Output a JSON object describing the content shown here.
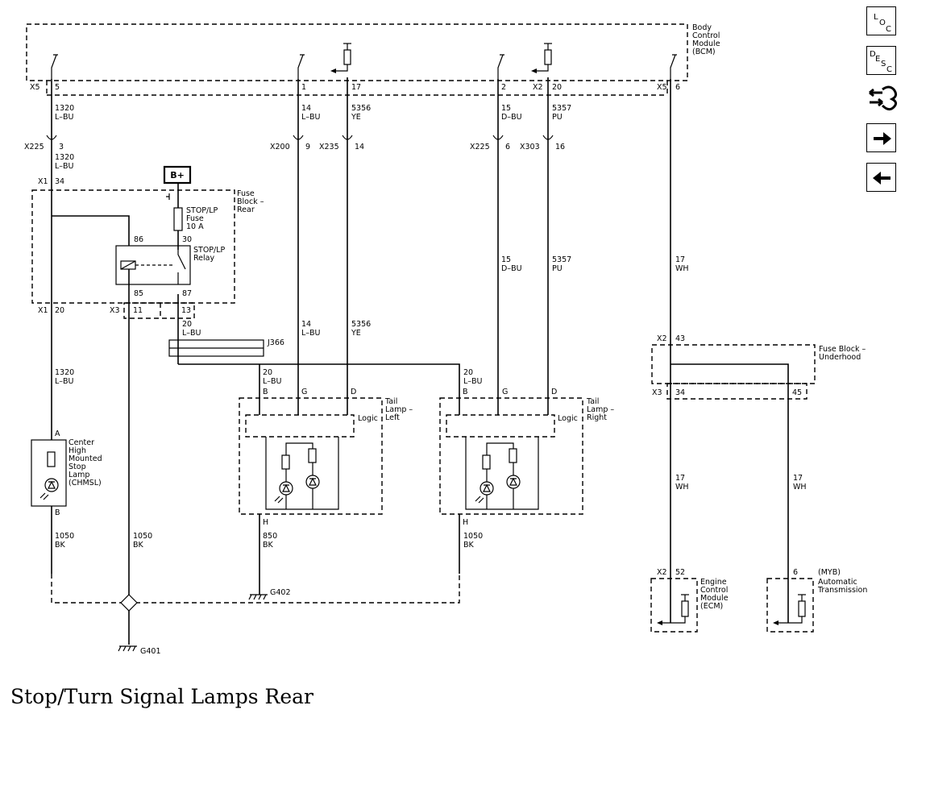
{
  "caption": "Stop/Turn Signal Lamps Rear",
  "nav_icons": [
    {
      "name": "location-icon",
      "letters": [
        "L",
        "O",
        "C"
      ]
    },
    {
      "name": "description-icon",
      "letters": [
        "D",
        "E",
        "S",
        "C"
      ]
    },
    {
      "name": "connector-icon"
    },
    {
      "name": "arrow-right-icon"
    },
    {
      "name": "arrow-left-icon"
    }
  ],
  "components": {
    "bcm": [
      "Body",
      "Control",
      "Module",
      "(BCM)"
    ],
    "fuse_block_rear": [
      "Fuse",
      "Block –",
      "Rear"
    ],
    "b_plus": "B+",
    "fuse": [
      "STOP/LP",
      "Fuse",
      "10 A"
    ],
    "relay": [
      "STOP/LP",
      "Relay"
    ],
    "chmsl": [
      "Center",
      "High",
      "Mounted",
      "Stop",
      "Lamp",
      "(CHMSL)"
    ],
    "tail_left": [
      "Tail",
      "Lamp –",
      "Left"
    ],
    "tail_right": [
      "Tail",
      "Lamp –",
      "Right"
    ],
    "logic": "Logic",
    "fuse_block_underhood": [
      "Fuse Block –",
      "Underhood"
    ],
    "ecm": [
      "Engine",
      "Control",
      "Module",
      "(ECM)"
    ],
    "myb": [
      "(MYB)",
      "Automatic",
      "Transmission"
    ],
    "splice": "J366",
    "g401": "G401",
    "g402": "G402"
  },
  "connectors": {
    "x5_a": "X5",
    "pin_5": "5",
    "pin_1": "1",
    "pin_17": "17",
    "pin_2": "2",
    "x2_a": "X2",
    "pin_20": "20",
    "x5_b": "X5",
    "pin_6": "6",
    "x225_a": "X225",
    "pin_3": "3",
    "x200": "X200",
    "pin_9": "9",
    "x235": "X235",
    "pin_14": "14",
    "x225_b": "X225",
    "pin_6b": "6",
    "x303": "X303",
    "pin_16": "16",
    "x1_top": "X1",
    "pin_34": "34",
    "pin_86": "86",
    "pin_30": "30",
    "pin_85": "85",
    "pin_87": "87",
    "x1_bot": "X1",
    "pin_20b": "20",
    "x3_a": "X3",
    "pin_11": "11",
    "pin_13": "13",
    "pin_a": "A",
    "pin_b": "B",
    "tll_b": "B",
    "tll_g": "G",
    "tll_d": "D",
    "tll_h": "H",
    "tlr_b": "B",
    "tlr_g": "G",
    "tlr_d": "D",
    "tlr_h": "H",
    "x2_b": "X2",
    "pin_43": "43",
    "x3_b": "X3",
    "pin_34b": "34",
    "pin_45": "45",
    "x2_c": "X2",
    "pin_52": "52",
    "pin_6c": "6"
  },
  "wires": {
    "w1320_a": [
      "1320",
      "L–BU"
    ],
    "w1320_b": [
      "1320",
      "L–BU"
    ],
    "w1320_c": [
      "1320",
      "L–BU"
    ],
    "w14_a": [
      "14",
      "L–BU"
    ],
    "w14_b": [
      "14",
      "L–BU"
    ],
    "w5356_a": [
      "5356",
      "YE"
    ],
    "w5356_b": [
      "5356",
      "YE"
    ],
    "w15_a": [
      "15",
      "D–BU"
    ],
    "w15_b": [
      "15",
      "D–BU"
    ],
    "w5357_a": [
      "5357",
      "PU"
    ],
    "w5357_b": [
      "5357",
      "PU"
    ],
    "w17_a": [
      "17",
      "WH"
    ],
    "w17_b": [
      "17",
      "WH"
    ],
    "w17_c": [
      "17",
      "WH"
    ],
    "w20_a": [
      "20",
      "L–BU"
    ],
    "w20_b": [
      "20",
      "L–BU"
    ],
    "w20_c": [
      "20",
      "L–BU"
    ],
    "w1050_a": [
      "1050",
      "BK"
    ],
    "w1050_b": [
      "1050",
      "BK"
    ],
    "w1050_c": [
      "1050",
      "BK"
    ],
    "w850": [
      "850",
      "BK"
    ]
  }
}
